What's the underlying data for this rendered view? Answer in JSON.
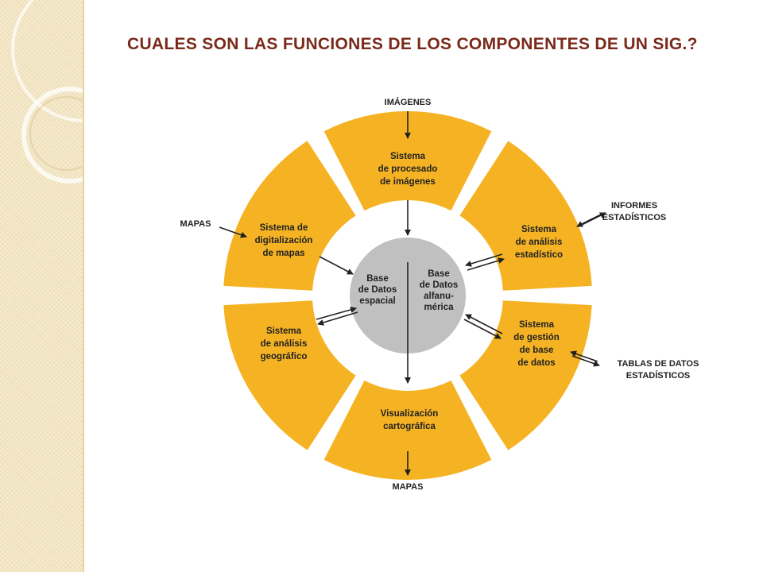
{
  "title": "CUALES SON LAS FUNCIONES DE LOS COMPONENTES DE UN SIG.?",
  "colors": {
    "ring": "#f5b324",
    "core": "#c0c0c0",
    "title": "#7a2a1a",
    "arrow": "#222222"
  },
  "segments": {
    "top": [
      "Sistema",
      "de procesado",
      "de imágenes"
    ],
    "left_upper": [
      "Sistema de",
      "digitalización",
      "de mapas"
    ],
    "right_upper": [
      "Sistema",
      "de análisis",
      "estadístico"
    ],
    "left_lower": [
      "Sistema",
      "de análisis",
      "geográfico"
    ],
    "right_lower": [
      "Sistema",
      "de gestión",
      "de base",
      "de datos"
    ],
    "bottom": [
      "Visualización",
      "cartográfica"
    ]
  },
  "core": {
    "left": [
      "Base",
      "de Datos",
      "espacial"
    ],
    "right": [
      "Base",
      "de Datos",
      "alfanu-",
      "mérica"
    ]
  },
  "external": {
    "top": "IMÁGENES",
    "left": "MAPAS",
    "bottom": "MAPAS",
    "right_upper": [
      "INFORMES",
      "ESTADÍSTICOS"
    ],
    "right_lower": [
      "TABLAS DE DATOS",
      "ESTADÍSTICOS"
    ]
  }
}
